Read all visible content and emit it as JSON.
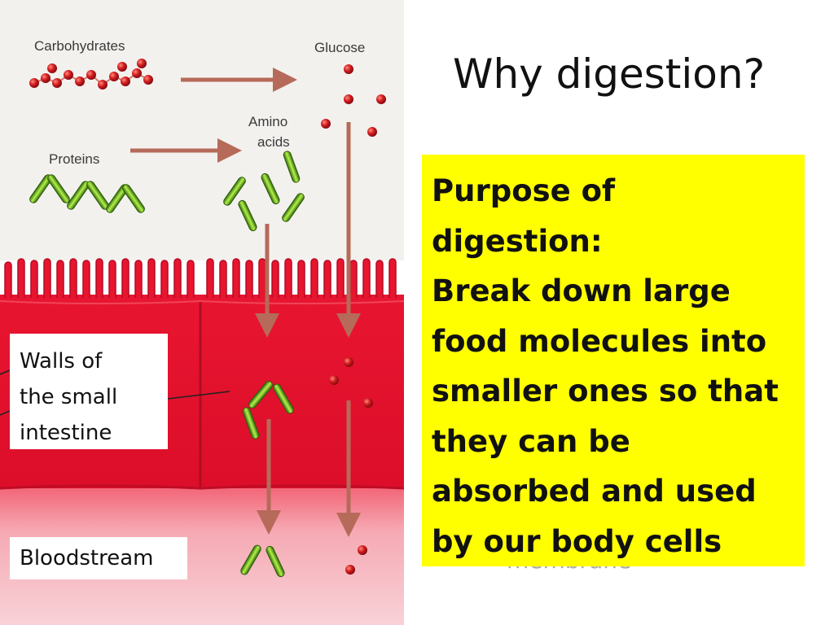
{
  "slide": {
    "title": "Why digestion?",
    "hidden_text": "membrane"
  },
  "diagram": {
    "labels": {
      "carbohydrates": "Carbohydrates",
      "glucose": "Glucose",
      "proteins": "Proteins",
      "amino_line1": "Amino",
      "amino_line2": "acids"
    },
    "callouts": {
      "walls": [
        "Walls of",
        "the small",
        "intestine"
      ],
      "bloodstream": "Bloodstream"
    },
    "colors": {
      "intestine_wall": "#e8102e",
      "bloodstream": "#f4a3ad",
      "glucose_molecule": "#c8141e",
      "amino_acid": "#7ec32a",
      "arrow": "#b66a5a"
    }
  },
  "purpose_box": {
    "background": "#ffff00",
    "lines": [
      "Purpose of",
      "digestion:",
      "Break down large",
      "food molecules into",
      "smaller ones so that",
      "they can be",
      "absorbed and used",
      "by our body cells"
    ]
  }
}
